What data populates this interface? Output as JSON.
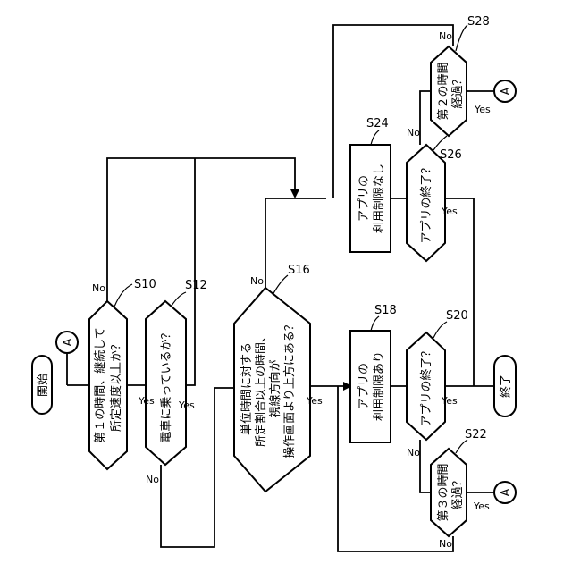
{
  "nodes": {
    "start": {
      "label": "開始"
    },
    "end": {
      "label": "終了"
    },
    "s10": {
      "ref": "S10",
      "line1": "第１の時間、継続して",
      "line2": "所定速度以上か？"
    },
    "s12": {
      "ref": "S12",
      "line1": "電車に乗っているか？"
    },
    "s16": {
      "ref": "S16",
      "line1": "単位時間に対する",
      "line2": "所定割合以上の時間、",
      "line3": "視線方向が",
      "line4": "操作画面より上方にある？"
    },
    "s18": {
      "ref": "S18",
      "line1": "アプリの",
      "line2": "利用制限あり"
    },
    "s20": {
      "ref": "S20",
      "line1": "アプリの終了？"
    },
    "s22": {
      "ref": "S22",
      "line1": "第３の時間",
      "line2": "経過？"
    },
    "s24": {
      "ref": "S24",
      "line1": "アプリの",
      "line2": "利用制限なし"
    },
    "s26": {
      "ref": "S26",
      "line1": "アプリの終了？"
    },
    "s28": {
      "ref": "S28",
      "line1": "第２の時間",
      "line2": "経過？"
    },
    "connector": {
      "label": "A"
    }
  },
  "branch_labels": {
    "yes": "Yes",
    "no": "No"
  }
}
